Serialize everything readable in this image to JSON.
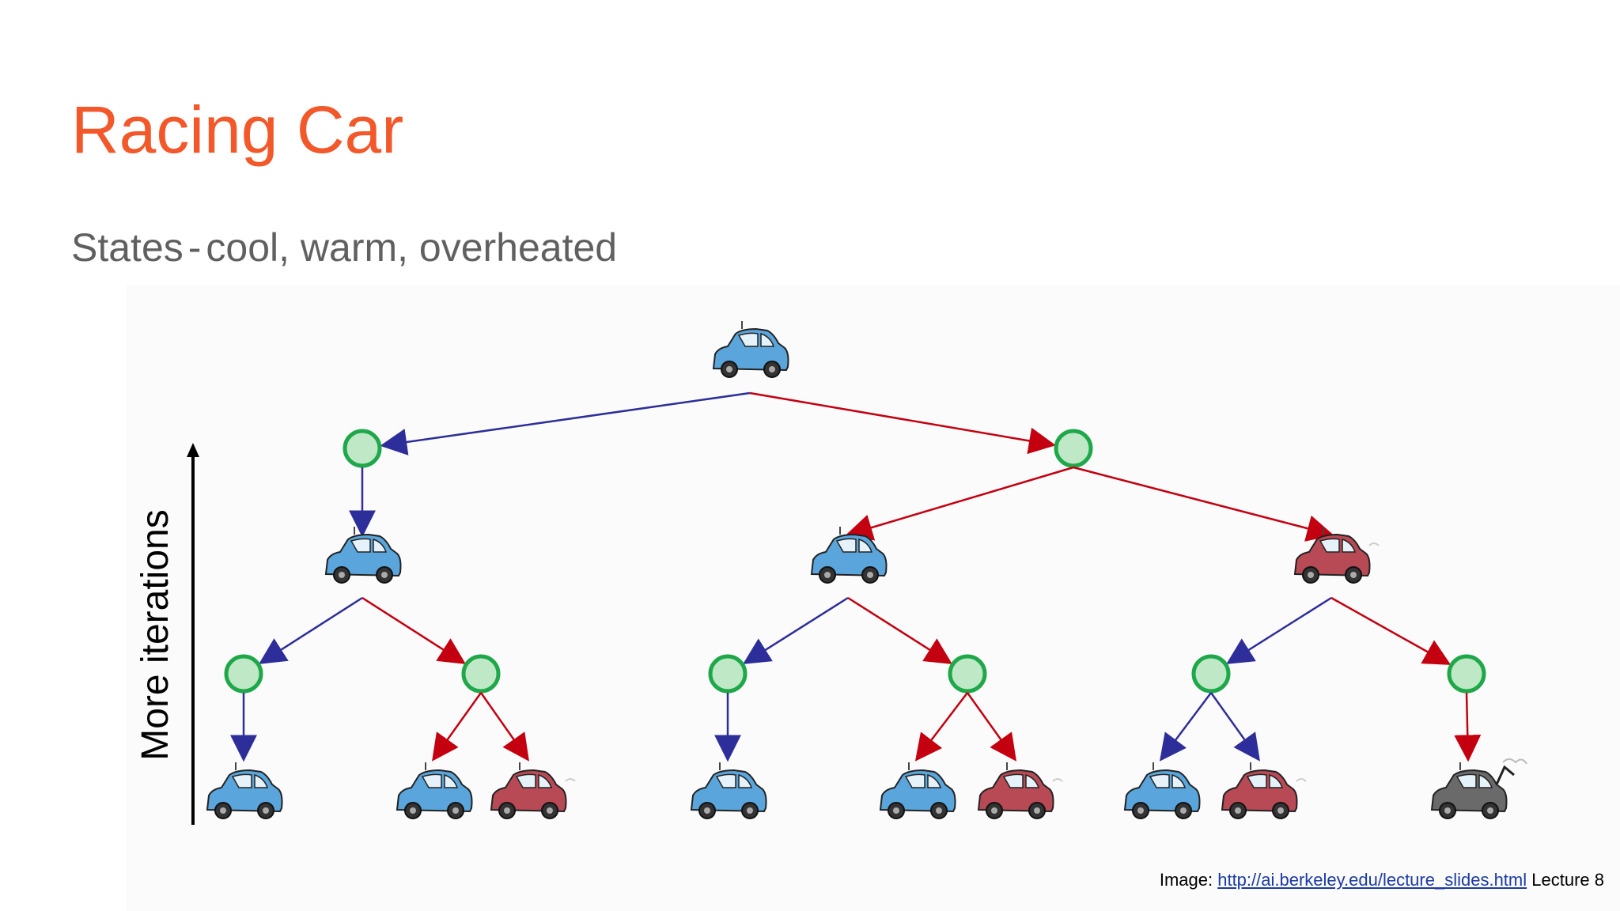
{
  "slide": {
    "title": "Racing Car",
    "subtitle_label": "States",
    "subtitle_separator": "-",
    "subtitle_states": "cool, warm, overheated"
  },
  "axis_label": "More iterations",
  "caption": {
    "prefix": "Image:",
    "link_text": "http://ai.berkeley.edu/lecture_slides.html",
    "suffix": "Lecture 8"
  },
  "colors": {
    "title": "#f2582a",
    "slow_action": "#2e2e9a",
    "fast_action": "#c40010",
    "chance_node_fill": "#bfe8c6",
    "chance_node_stroke": "#1fa84a",
    "car_cool": "#5aa6dc",
    "car_warm": "#b84a55",
    "car_overheated": "#6a6a6a"
  },
  "tree": {
    "root": {
      "state": "cool",
      "actions": [
        {
          "action": "slow",
          "outcomes": [
            {
              "state": "cool",
              "actions": [
                {
                  "action": "slow",
                  "outcomes": [
                    {
                      "state": "cool"
                    }
                  ]
                },
                {
                  "action": "fast",
                  "outcomes": [
                    {
                      "state": "cool"
                    },
                    {
                      "state": "warm"
                    }
                  ]
                }
              ]
            }
          ]
        },
        {
          "action": "fast",
          "outcomes": [
            {
              "state": "cool",
              "actions": [
                {
                  "action": "slow",
                  "outcomes": [
                    {
                      "state": "cool"
                    }
                  ]
                },
                {
                  "action": "fast",
                  "outcomes": [
                    {
                      "state": "cool"
                    },
                    {
                      "state": "warm"
                    }
                  ]
                }
              ]
            },
            {
              "state": "warm",
              "actions": [
                {
                  "action": "slow",
                  "outcomes": [
                    {
                      "state": "cool"
                    },
                    {
                      "state": "warm"
                    }
                  ]
                },
                {
                  "action": "fast",
                  "outcomes": [
                    {
                      "state": "overheated"
                    }
                  ]
                }
              ]
            }
          ]
        }
      ]
    }
  }
}
